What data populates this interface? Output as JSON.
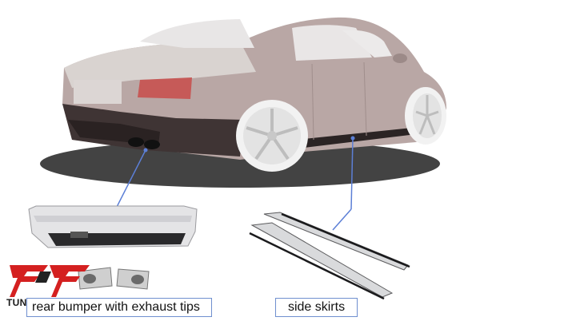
{
  "captions": {
    "rear_bumper": "rear bumper with exhaust tips",
    "side_skirts": "side skirts"
  },
  "logo": {
    "text": "TUNING EMPIRE"
  },
  "colors": {
    "callout_line": "#5c7fd6",
    "caption_border": "#6f8fcf",
    "logo_red": "#d42020"
  }
}
